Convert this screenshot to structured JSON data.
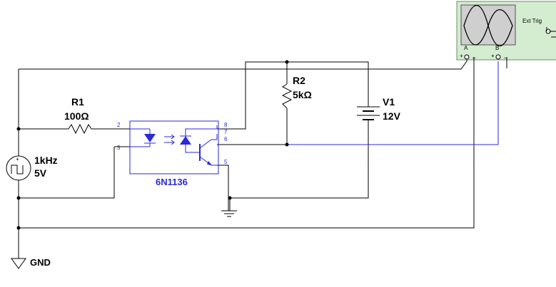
{
  "components": {
    "r1": {
      "ref": "R1",
      "value": "100Ω"
    },
    "r2": {
      "ref": "R2",
      "value": "5kΩ"
    },
    "v1": {
      "ref": "V1",
      "value": "12V"
    },
    "source": {
      "freq": "1kHz",
      "amplitude": "5V"
    },
    "optocoupler": {
      "part": "6N1136",
      "pins": [
        "2",
        "3",
        "8",
        "7",
        "6",
        "5"
      ]
    },
    "ground": {
      "label": "GND"
    },
    "oscilloscope": {
      "ext_trig": "Ext Trig",
      "channel_a": "A",
      "channel_b": "B",
      "plus": "+",
      "minus": "_"
    }
  },
  "colors": {
    "wire": "#000000",
    "signal_wire": "#2a2ad8",
    "ic_outline": "#2a2ad8",
    "scope_body": "#d4ecd0",
    "scope_screen": "#cfcfcf"
  }
}
